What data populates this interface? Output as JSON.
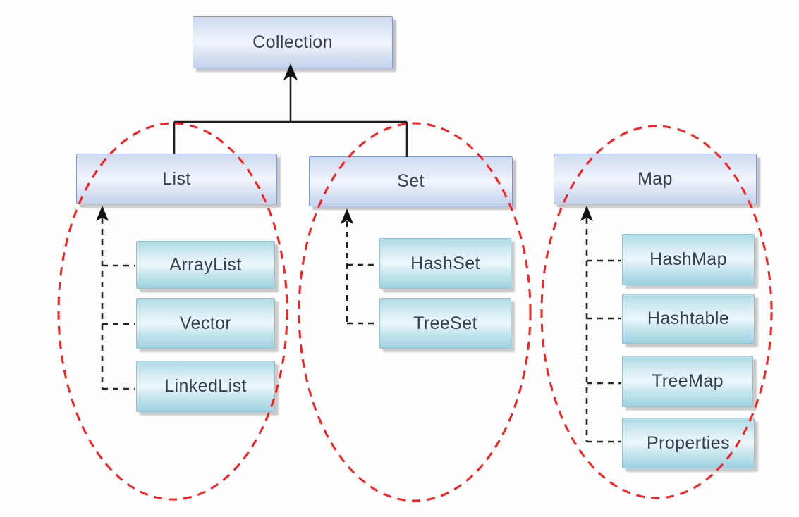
{
  "nodes": {
    "root": {
      "label": "Collection"
    },
    "groups": [
      {
        "parent": "List",
        "children": [
          "ArrayList",
          "Vector",
          "LinkedList"
        ]
      },
      {
        "parent": "Set",
        "children": [
          "HashSet",
          "TreeSet"
        ]
      },
      {
        "parent": "Map",
        "children": [
          "HashMap",
          "Hashtable",
          "TreeMap",
          "Properties"
        ]
      }
    ]
  },
  "edges": {
    "solid": [
      {
        "from": "Collection",
        "to": "List",
        "style": "solid-arrow-up"
      },
      {
        "from": "Collection",
        "to": "Set",
        "style": "solid-arrow-up"
      }
    ],
    "dashed": [
      {
        "from": "List",
        "to": [
          "ArrayList",
          "Vector",
          "LinkedList"
        ],
        "style": "dashed-arrow-up"
      },
      {
        "from": "Set",
        "to": [
          "HashSet",
          "TreeSet"
        ],
        "style": "dashed-arrow-up"
      },
      {
        "from": "Map",
        "to": [
          "HashMap",
          "Hashtable",
          "TreeMap",
          "Properties"
        ],
        "style": "dashed-arrow-up"
      }
    ]
  },
  "colors": {
    "parent_box_border": "#8399c8",
    "child_box_border": "#94c2d0",
    "ellipse_stroke": "#fb1f1f",
    "connector_stroke": "#1d1d1d",
    "text": "#373f4f"
  }
}
